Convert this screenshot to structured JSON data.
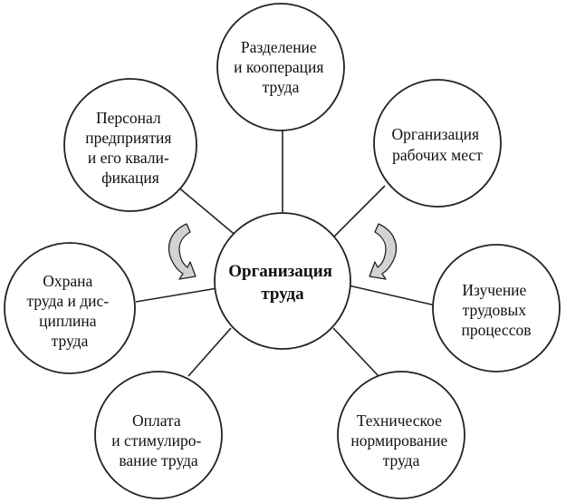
{
  "colors": {
    "line": "#222222",
    "circle_fill": "#ffffff",
    "arrow_fill": "#d2d2d2",
    "text": "#111111"
  },
  "center": {
    "lines": [
      "Организация",
      "труда"
    ]
  },
  "nodes": [
    {
      "id": "division",
      "lines": [
        "Разделение",
        "и кооперация",
        "труда"
      ]
    },
    {
      "id": "workplaces",
      "lines": [
        "Организация",
        "рабочих мест"
      ]
    },
    {
      "id": "study",
      "lines": [
        "Изучение",
        "трудовых",
        "процессов"
      ]
    },
    {
      "id": "norming",
      "lines": [
        "Техническое",
        "нормирование",
        "труда"
      ]
    },
    {
      "id": "payment",
      "lines": [
        "Оплата",
        "и стимулиро-",
        "вание труда"
      ]
    },
    {
      "id": "safety",
      "lines": [
        "Охрана",
        "труда и дис-",
        "циплина",
        "труда"
      ]
    },
    {
      "id": "personnel",
      "lines": [
        "Персонал",
        "предприятия",
        "и его квали-",
        "фикация"
      ]
    }
  ],
  "icons": {
    "left_arrow": "curved-arrow-icon",
    "right_arrow": "curved-arrow-icon"
  }
}
